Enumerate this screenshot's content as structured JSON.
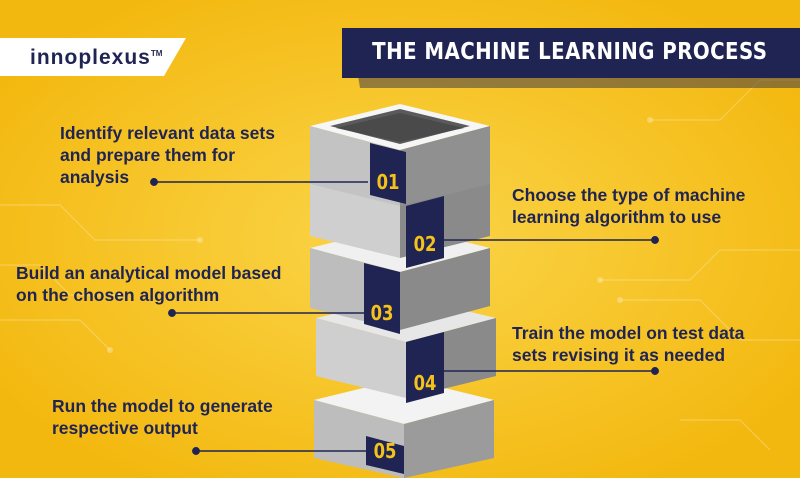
{
  "brand": {
    "name": "innoplexus",
    "tm": "TM"
  },
  "title": "THE MACHINE LEARNING PROCESS",
  "steps": [
    {
      "number": "01",
      "text": "Identify relevant data sets and prepare them for analysis"
    },
    {
      "number": "02",
      "text": "Choose the type of machine learning algorithm to use"
    },
    {
      "number": "03",
      "text": "Build an analytical model based on the chosen algorithm"
    },
    {
      "number": "04",
      "text": "Train the model on test data sets revising it as needed"
    },
    {
      "number": "05",
      "text": "Run the model to generate respective output"
    }
  ],
  "colors": {
    "background": "#f5c21b",
    "navy": "#1f2452",
    "number": "#f5c21b",
    "block_light": "#ededed",
    "block_dark": "#8a8a8a"
  }
}
